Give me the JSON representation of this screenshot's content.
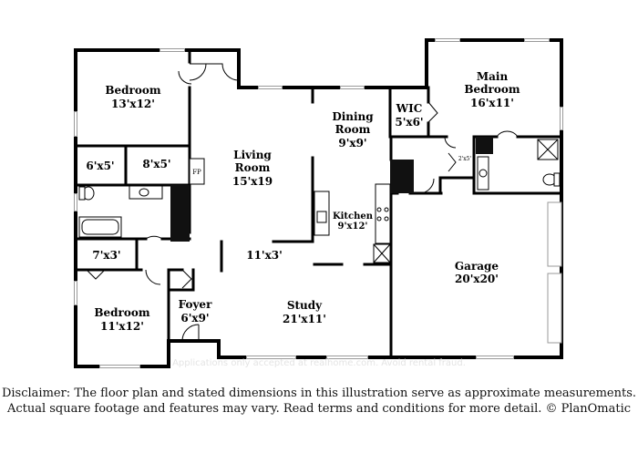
{
  "rooms": {
    "bedroom_nw": {
      "name": "Bedroom",
      "dims": "13'x12'"
    },
    "closet_a": {
      "dims": "6'x5'"
    },
    "closet_b": {
      "dims": "8'x5'"
    },
    "fireplace": {
      "name": "FP"
    },
    "living_room": {
      "name": "Living Room",
      "line1": "Living",
      "line2": "Room",
      "dims": "15'x19"
    },
    "dining_room": {
      "line1": "Dining",
      "line2": "Room",
      "dims": "9'x9'"
    },
    "wic": {
      "name": "WIC",
      "dims": "5'x6'"
    },
    "main_bedroom": {
      "line1": "Main",
      "line2": "Bedroom",
      "dims": "16'x11'"
    },
    "small_closet": {
      "dims": "2'x5'"
    },
    "kitchen": {
      "name": "Kitchen",
      "dims": "9'x12'"
    },
    "hall": {
      "dims": "11'x3'"
    },
    "closet_c": {
      "dims": "7'x3'"
    },
    "garage": {
      "name": "Garage",
      "dims": "20'x20'"
    },
    "bedroom_sw": {
      "name": "Bedroom",
      "dims": "11'x12'"
    },
    "foyer": {
      "name": "Foyer",
      "dims": "6'x9'"
    },
    "study": {
      "name": "Study",
      "dims": "21'x11'"
    }
  },
  "watermark": "Applications only accepted at realhome.com. Avoid rental fraud.",
  "disclaimer": {
    "line1": "Disclaimer: The floor plan and stated dimensions in this illustration serve as approximate measurements.",
    "line2": "Actual square footage and features may vary. Read terms and conditions for more detail. © PlanOmatic"
  }
}
